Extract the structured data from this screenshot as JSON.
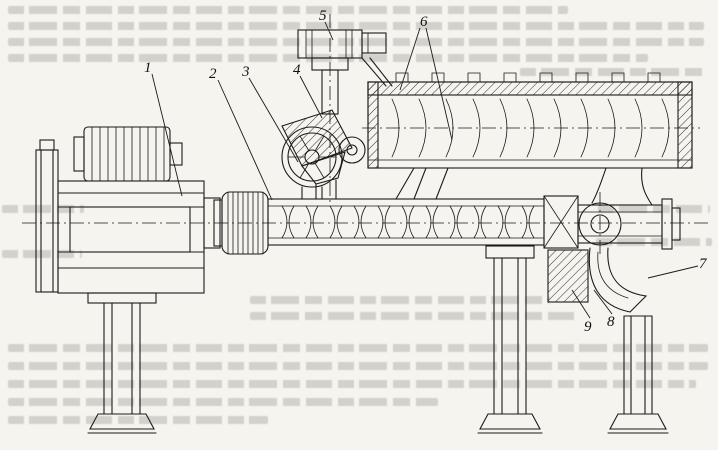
{
  "figure": {
    "name": "screw-machine-diagram",
    "callouts": {
      "c1": "1",
      "c2": "2",
      "c3": "3",
      "c4": "4",
      "c5": "5",
      "c6": "6",
      "c7": "7",
      "c8": "8",
      "c9": "9"
    },
    "colors": {
      "line": "#1b1b1b",
      "paper": "#f5f4ef",
      "ghost_text": "#b3b0a8"
    }
  }
}
